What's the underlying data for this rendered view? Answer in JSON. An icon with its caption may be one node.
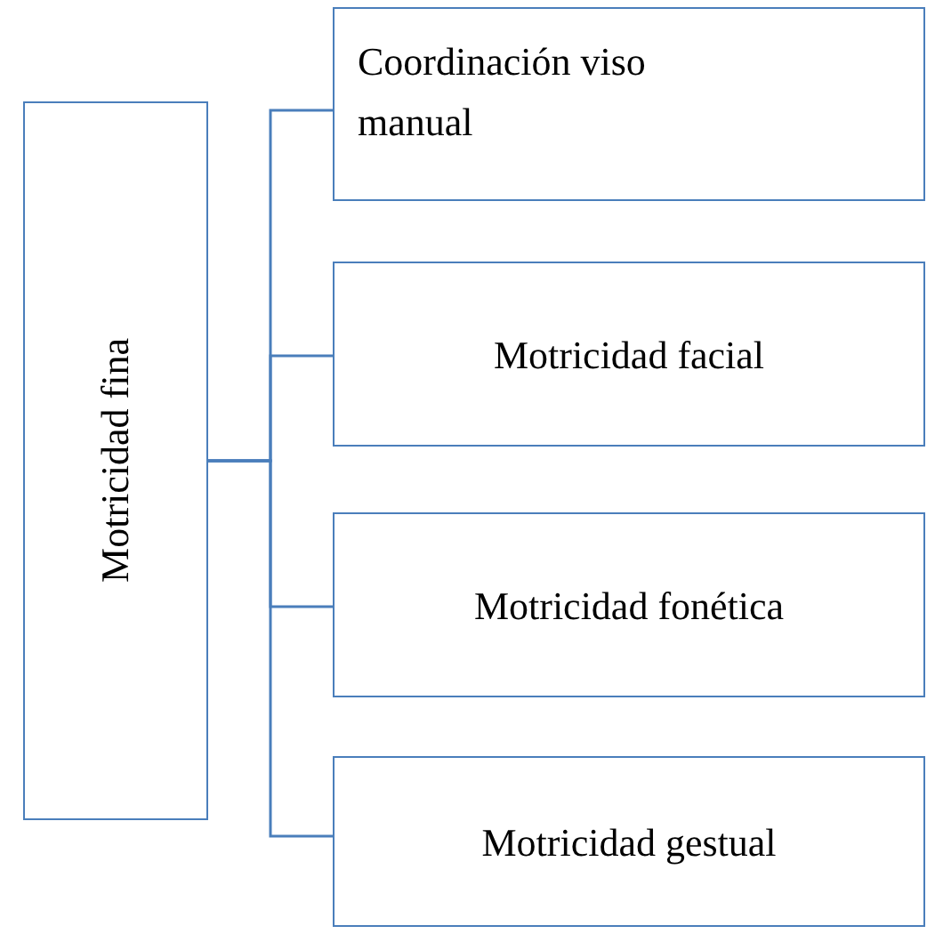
{
  "diagram": {
    "nodes": [
      {
        "text": [
          "Motricidad fina"
        ]
      },
      {
        "text": [
          "Coordinación viso manual"
        ]
      },
      {
        "text": [
          "Motricidad facial"
        ]
      },
      {
        "text": [
          "Motricidad fonética"
        ]
      },
      {
        "text": [
          "Motricidad gestual"
        ]
      }
    ],
    "edges": [
      {
        "from": 0,
        "to": 1,
        "arrow": "none"
      },
      {
        "from": 0,
        "to": 2,
        "arrow": "none"
      },
      {
        "from": 0,
        "to": 3,
        "arrow": "none"
      },
      {
        "from": 0,
        "to": 4,
        "arrow": "none"
      }
    ]
  }
}
